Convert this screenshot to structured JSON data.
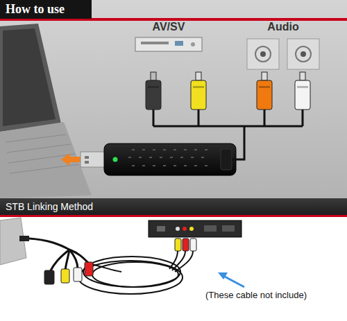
{
  "diagram": {
    "nodes": [
      {
        "text": [
          "How to use"
        ]
      },
      {
        "text": [
          "STB Linking Method"
        ]
      }
    ],
    "labels": [
      "AV/SV",
      "Audio",
      "(These cable not include)"
    ]
  }
}
